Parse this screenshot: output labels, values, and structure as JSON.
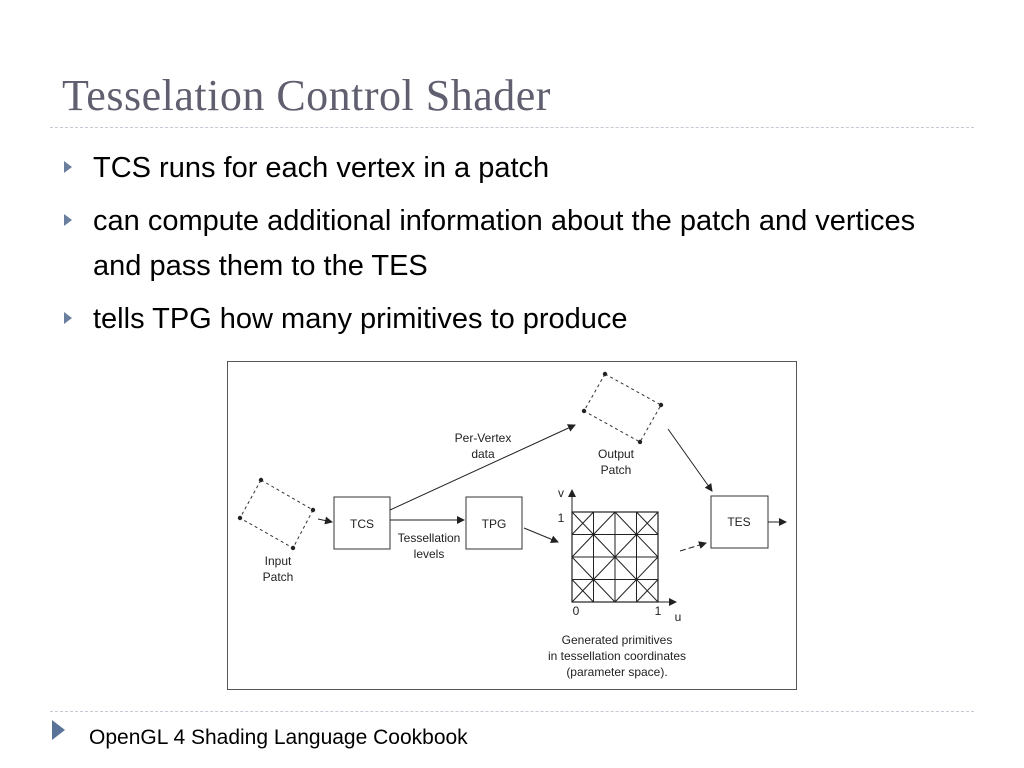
{
  "slide": {
    "title": "Tesselation Control Shader",
    "bullets": [
      "TCS runs for each vertex in a patch",
      "can compute additional information about the patch and vertices and pass them to the TES",
      "tells TPG how many primitives to produce"
    ],
    "footer": "OpenGL 4 Shading Language Cookbook"
  },
  "diagram": {
    "labels": {
      "tcs": "TCS",
      "tpg": "TPG",
      "tes": "TES",
      "per_vertex_1": "Per-Vertex",
      "per_vertex_2": "data",
      "output_1": "Output",
      "output_2": "Patch",
      "input_1": "Input",
      "input_2": "Patch",
      "tess_1": "Tessellation",
      "tess_2": "levels",
      "axis_v": "v",
      "axis_u": "u",
      "v_one": "1",
      "u_zero": "0",
      "u_one": "1",
      "gen_1": "Generated primitives",
      "gen_2": "in tessellation coordinates",
      "gen_3": "(parameter space)."
    }
  },
  "colors": {
    "title": "#5f5f6f",
    "bullet_arrow": "#6a7f9e",
    "footer_arrow": "#5b7398",
    "rule": "#c5c9d3"
  }
}
